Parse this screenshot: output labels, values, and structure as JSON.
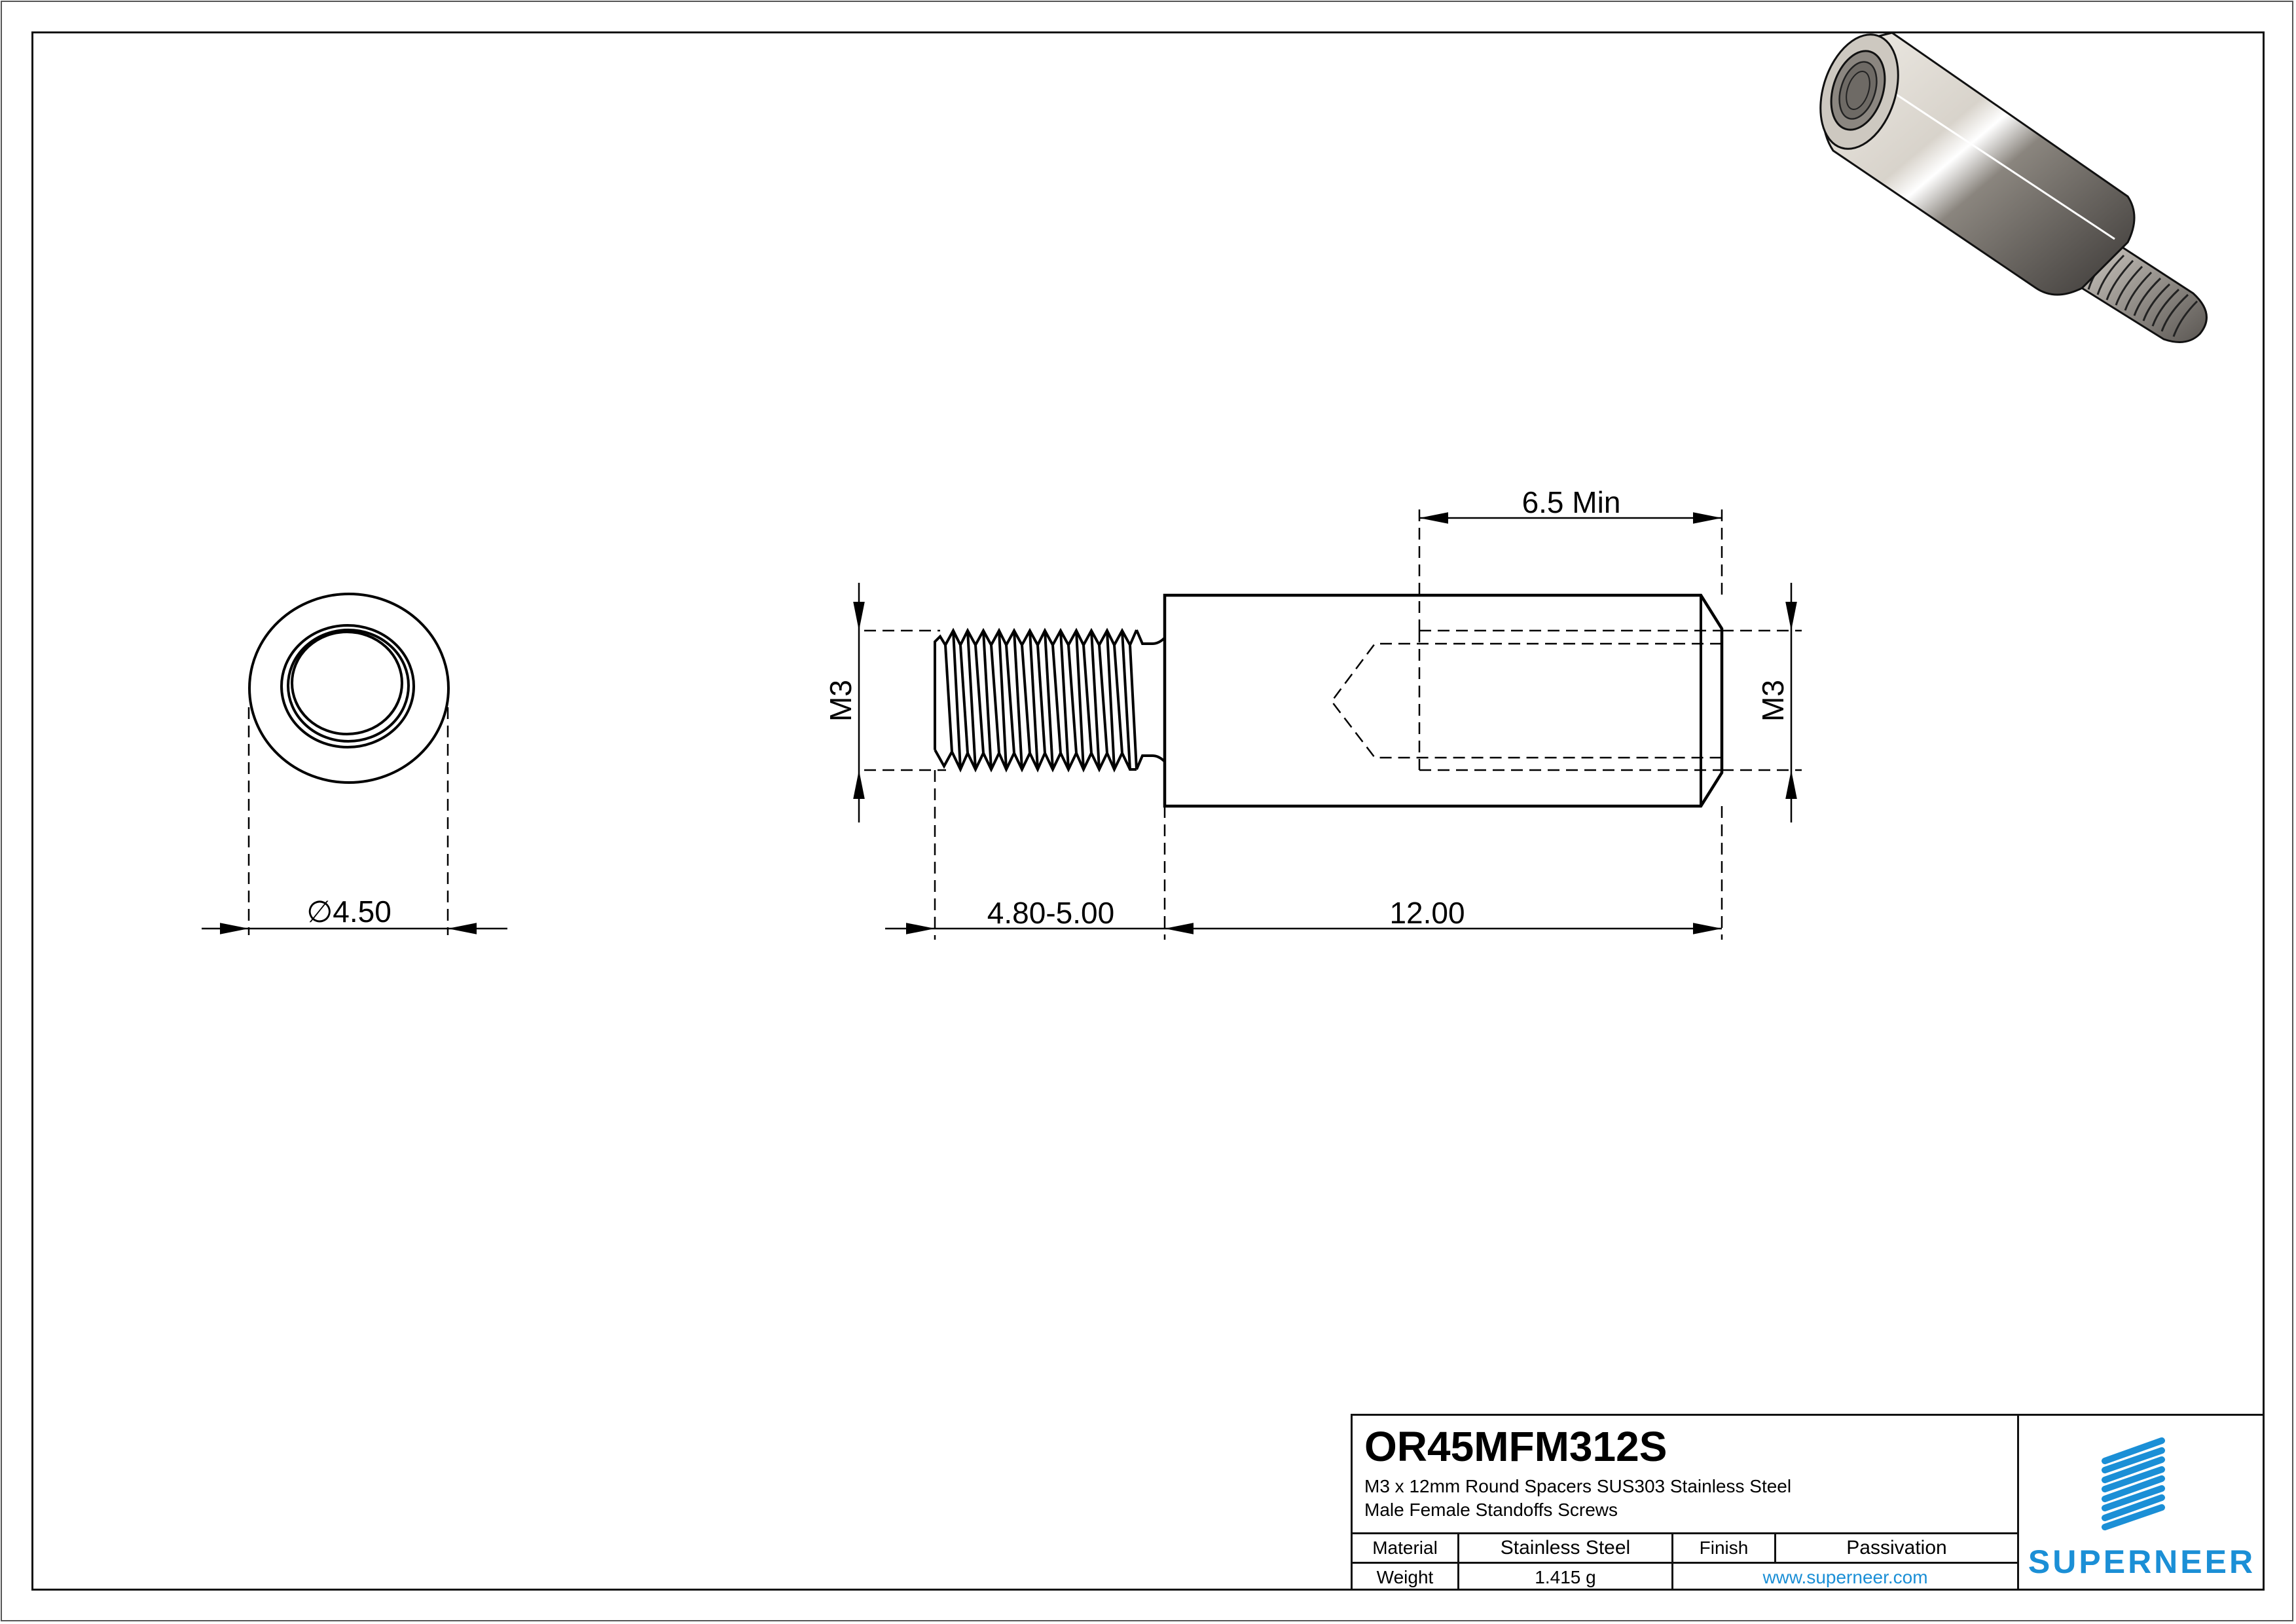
{
  "sheet": {
    "border_color": "#111111",
    "background": "#ffffff"
  },
  "front_view": {
    "diameter_label": "∅4.50",
    "diameter_symbol": "∅",
    "diameter_value": "4.50"
  },
  "side_view": {
    "thread_depth_label": "6.5 Min",
    "male_thread_label": "M3",
    "female_thread_label": "M3",
    "male_length_label": "4.80-5.00",
    "body_length_label": "12.00"
  },
  "isometric_view": {
    "description": "shaded 3D render of male-female standoff"
  },
  "title_block": {
    "part_number": "OR45MFM312S",
    "description_line1": "M3 x 12mm Round Spacers SUS303 Stainless Steel",
    "description_line2": "Male Female Standoffs Screws",
    "material_label": "Material",
    "material_value": "Stainless Steel",
    "finish_label": "Finish",
    "finish_value": "Passivation",
    "weight_label": "Weight",
    "weight_value": "1.415 g",
    "website": "www.superneer.com"
  },
  "logo": {
    "brand": "SUPERNEER",
    "color": "#1b8fd6"
  }
}
